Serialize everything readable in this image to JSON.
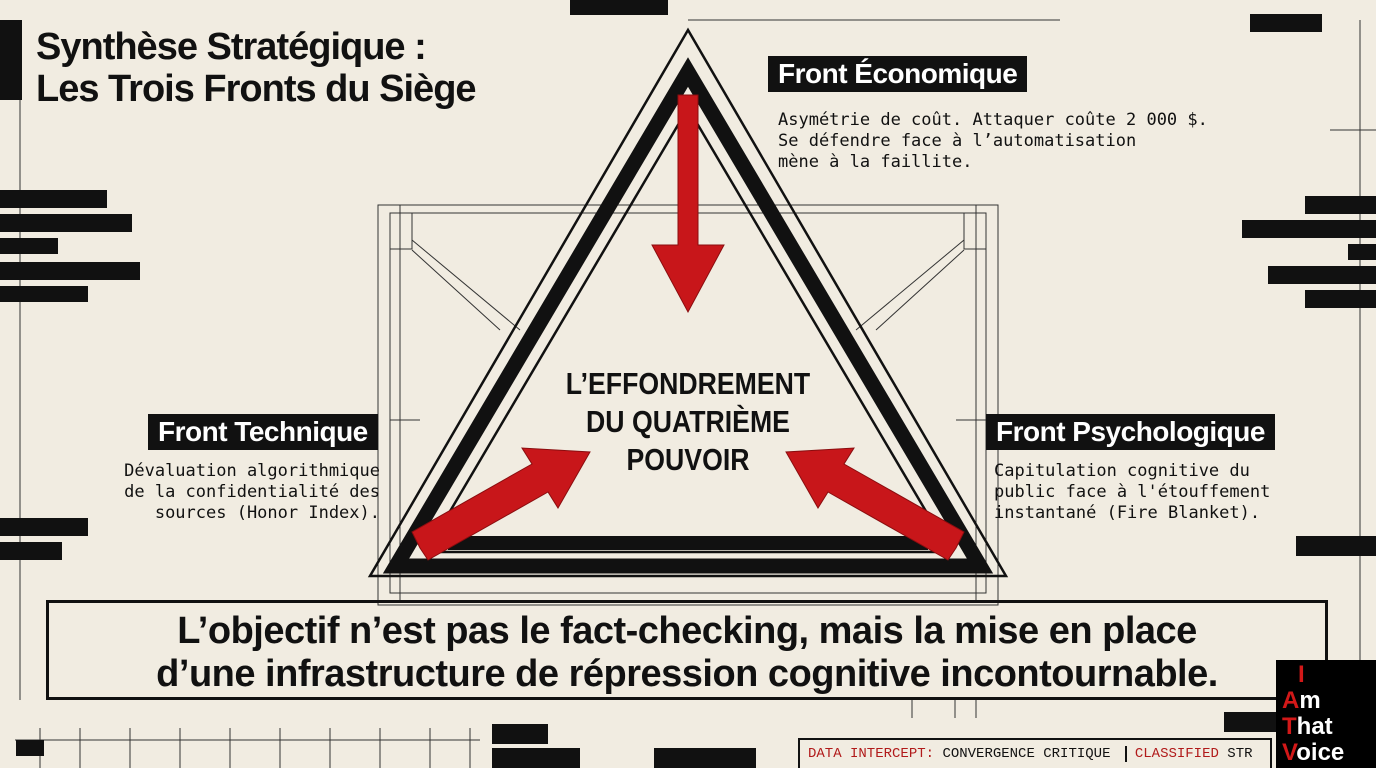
{
  "title": {
    "line1": "Synthèse Stratégique :",
    "line2": "Les Trois Fronts du Siège"
  },
  "center": {
    "line1": "L’EFFONDREMENT",
    "line2": "DU QUATRIÈME",
    "line3": "POUVOIR"
  },
  "fronts": [
    {
      "label": "Front Économique",
      "description": "Asymétrie de coût. Attaquer coûte 2 000 $.\nSe défendre face à l’automatisation\nmène à la faillite."
    },
    {
      "label": "Front Technique",
      "description": "Dévaluation algorithmique\nde la confidentialité des\nsources (Honor Index)."
    },
    {
      "label": "Front Psychologique",
      "description": "Capitulation cognitive du\npublic face à l'étouffement\ninstantané (Fire Blanket)."
    }
  ],
  "conclusion": {
    "line1": "L’objectif n’est pas le fact-checking, mais la mise en place",
    "line2": "d’une infrastructure de répression cognitive incontournable."
  },
  "footer": {
    "intercept_label": "DATA INTERCEPT:",
    "intercept_value": "CONVERGENCE CRITIQUE",
    "classified_label": "CLASSIFIED",
    "classified_value": "STR"
  },
  "logo": {
    "l1a": "I",
    "l2a": "A",
    "l2b": "m",
    "l3a": "T",
    "l3b": "hat",
    "l4a": "V",
    "l4b": "oice"
  },
  "colors": {
    "background": "#f1ece1",
    "ink": "#111111",
    "accent_red": "#c8161a"
  }
}
